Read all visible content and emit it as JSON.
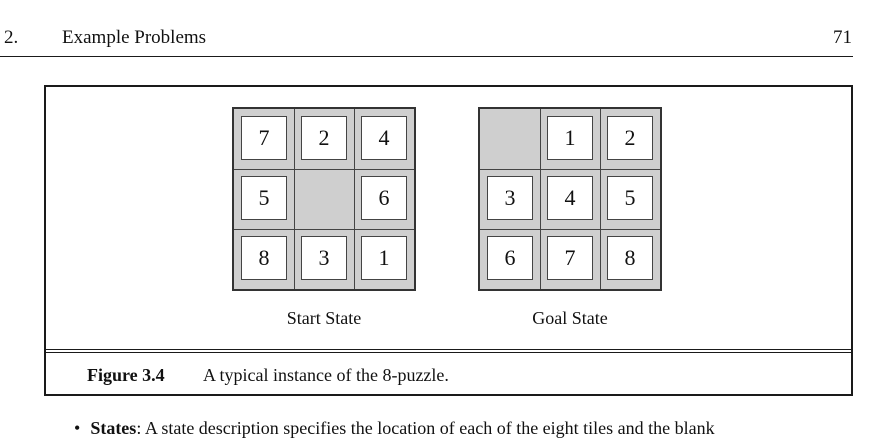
{
  "header": {
    "section_number": "2.",
    "section_title": "Example Problems",
    "page_number": "71"
  },
  "figure": {
    "start_board": {
      "label": "Start State",
      "rows": [
        [
          "7",
          "2",
          "4"
        ],
        [
          "5",
          "",
          "6"
        ],
        [
          "8",
          "3",
          "1"
        ]
      ]
    },
    "goal_board": {
      "label": "Goal State",
      "rows": [
        [
          "",
          "1",
          "2"
        ],
        [
          "3",
          "4",
          "5"
        ],
        [
          "6",
          "7",
          "8"
        ]
      ]
    },
    "caption_label": "Figure 3.4",
    "caption_text": "A typical instance of the 8-puzzle."
  },
  "body": {
    "bullet_symbol": "•",
    "bullet_term": "States",
    "bullet_text": ": A state description specifies the location of each of the eight tiles and the blank"
  },
  "colors": {
    "board_background": "#cfcfcf",
    "tile_background": "#ffffff",
    "rule": "#1a1a1a"
  }
}
